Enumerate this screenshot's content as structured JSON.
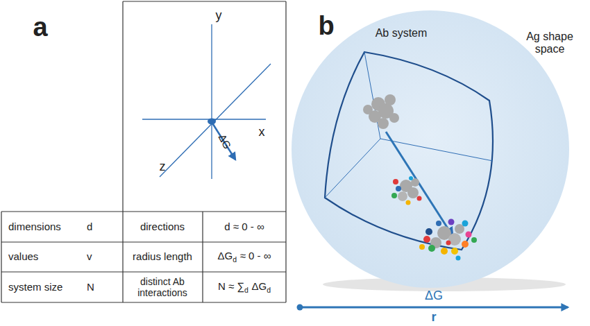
{
  "diagram": {
    "labels": [
      "a",
      "y",
      "x",
      "z",
      "ΔG",
      "dimensions",
      "d",
      "directions",
      "d ≈ 0 - ∞",
      "values",
      "v",
      "radius length",
      "ΔG",
      "d",
      "≈ 0 - ∞",
      "system size",
      "N",
      "distinct Ab interactions",
      "N ≈ ∑",
      "d",
      "ΔG",
      "d",
      "b",
      "Ab system",
      "Ag shape space",
      "ΔG",
      "r"
    ]
  }
}
